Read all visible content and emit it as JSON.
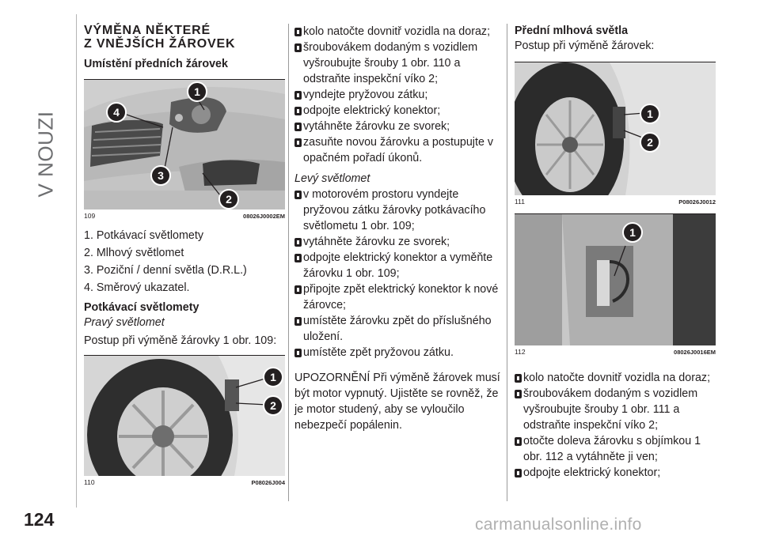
{
  "sidebar": {
    "section": "V NOUZI",
    "page_number": "124"
  },
  "col1": {
    "title_line1": "VÝMĚNA NĚKTERÉ",
    "title_line2": "Z VNĚJŠÍCH ŽÁROVEK",
    "subtitle": "Umístění předních žárovek",
    "fig109": {
      "number": "109",
      "code": "08026J0002EM",
      "callouts": [
        "1",
        "2",
        "3",
        "4"
      ]
    },
    "legend": [
      "1. Potkávací světlomety",
      "2. Mlhový světlomet",
      "3. Poziční / denní světla (D.R.L.)",
      "4. Směrový ukazatel."
    ],
    "section_low": "Potkávací světlomety",
    "right_light": "Pravý světlomet",
    "procedure": "Postup při výměně žárovky 1 obr. 109:",
    "fig110": {
      "number": "110",
      "code": "P08026J004",
      "callouts": [
        "1",
        "2"
      ]
    }
  },
  "col2": {
    "steps_a": [
      "kolo natočte dovnitř vozidla na doraz;",
      "šroubovákem dodaným s vozidlem vyšroubujte šrouby 1 obr. 110 a odstraňte inspekční víko 2;",
      "vyndejte pryžovou zátku;",
      "odpojte elektrický konektor;",
      "vytáhněte žárovku ze svorek;",
      "zasuňte novou žárovku a postupujte v opačném pořadí úkonů."
    ],
    "left_light": "Levý světlomet",
    "steps_b": [
      "v motorovém prostoru vyndejte pryžovou zátku žárovky potkávacího světlometu 1 obr. 109;",
      "vytáhněte žárovku ze svorek;",
      "odpojte elektrický konektor a vyměňte žárovku 1 obr. 109;",
      "připojte zpět elektrický konektor k nové žárovce;",
      "umístěte žárovku zpět do příslušného uložení.",
      "umístěte zpět pryžovou zátku."
    ],
    "warning": "UPOZORNĚNÍ Při výměně žárovek musí být motor vypnutý. Ujistěte se rovněž, že je motor studený, aby se vyloučilo nebezpečí popálenin."
  },
  "col3": {
    "heading": "Přední mlhová světla",
    "procedure": "Postup při výměně žárovek:",
    "fig111": {
      "number": "111",
      "code": "P08026J0012",
      "callouts": [
        "1",
        "2"
      ]
    },
    "fig112": {
      "number": "112",
      "code": "08026J0016EM",
      "callouts": [
        "1"
      ]
    },
    "steps": [
      "kolo natočte dovnitř vozidla na doraz;",
      "šroubovákem dodaným s vozidlem vyšroubujte šrouby 1 obr. 111 a odstraňte inspekční víko 2;",
      "otočte doleva žárovku s objímkou 1 obr. 112 a vytáhněte ji ven;",
      "odpojte elektrický konektor;"
    ]
  },
  "watermark": "carmanualsonline.info"
}
